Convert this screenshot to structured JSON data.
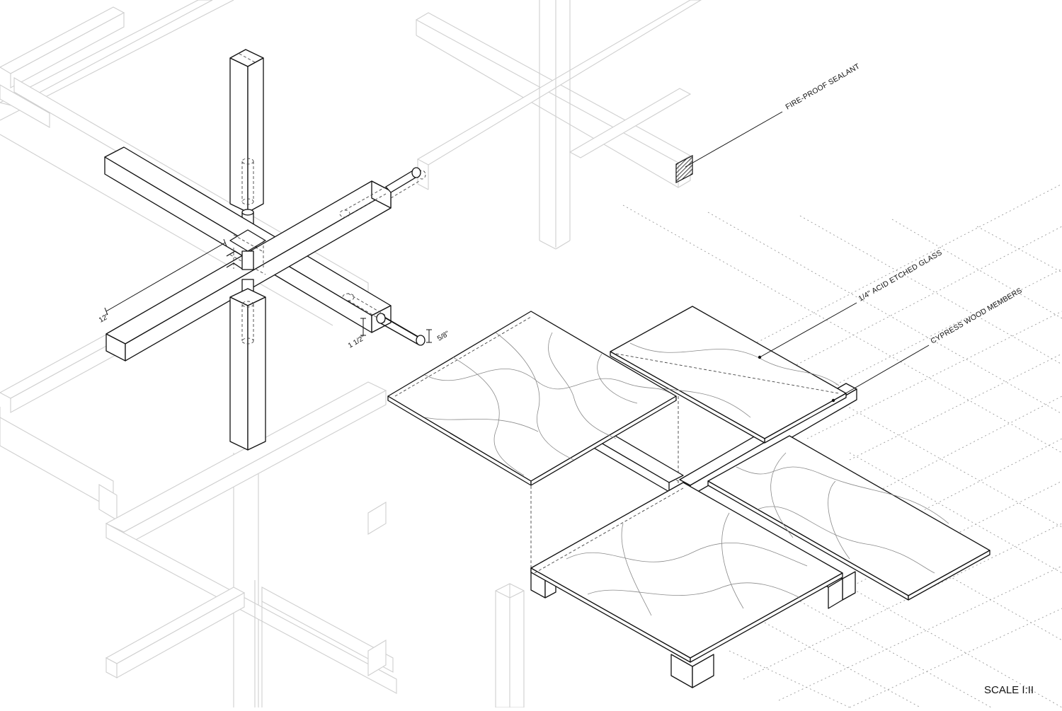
{
  "labels": {
    "fire_proof_sealant": "FIRE-PROOF SEALANT",
    "acid_etched_glass": "1/4\" ACID ETCHED GLASS",
    "cypress_wood_members": "CYPRESS WOOD MEMBERS"
  },
  "dimensions": {
    "beam_width": "12\"",
    "beam_depth": "1 1/2\"",
    "dowel_diameter": "5/8\""
  },
  "scale": "SCALE I:II"
}
